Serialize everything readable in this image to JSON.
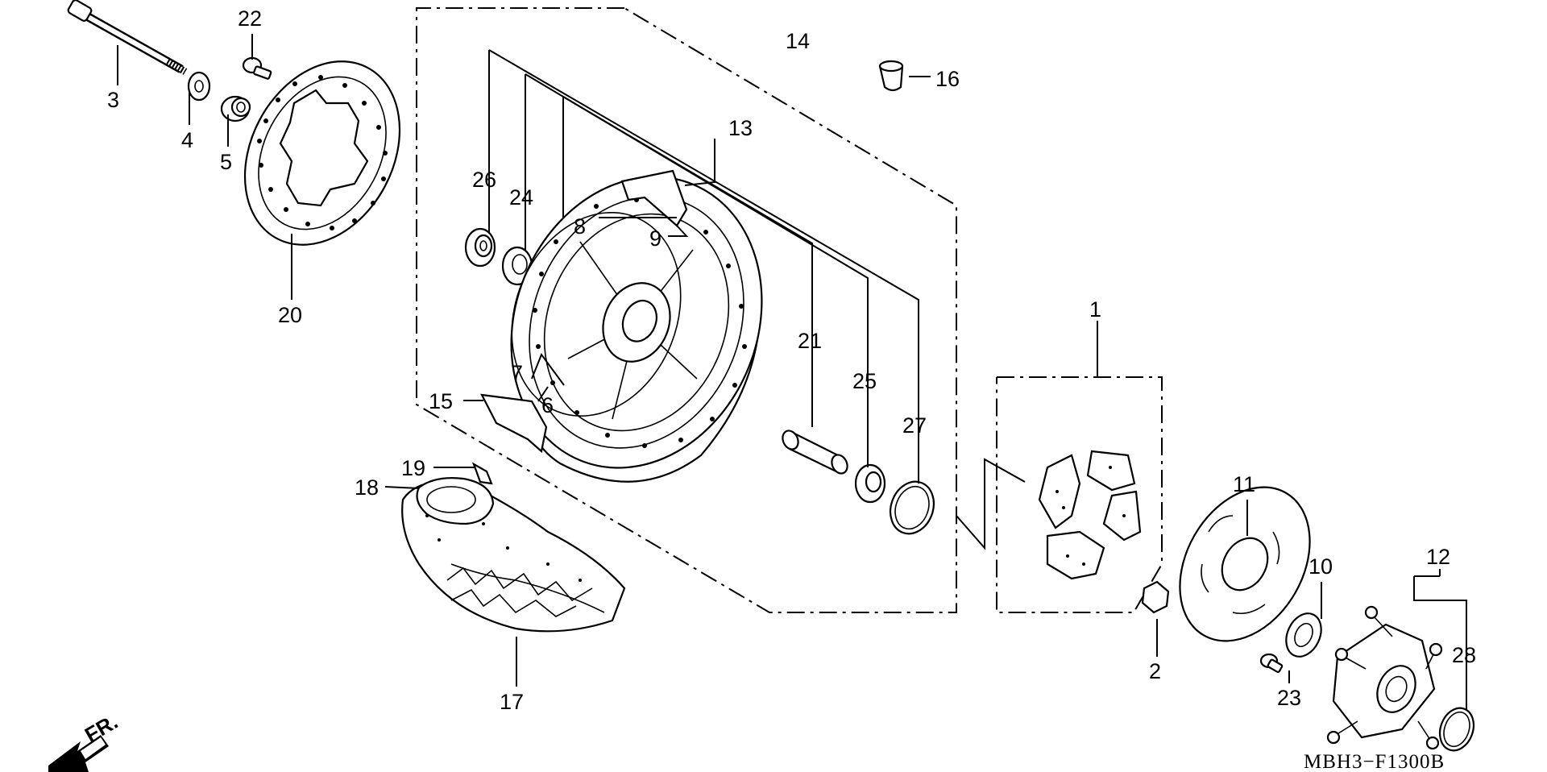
{
  "callouts": [
    "1",
    "2",
    "3",
    "4",
    "5",
    "6",
    "7",
    "8",
    "9",
    "10",
    "11",
    "12",
    "13",
    "14",
    "15",
    "16",
    "17",
    "18",
    "19",
    "20",
    "21",
    "22",
    "23",
    "24",
    "25",
    "26",
    "27",
    "28"
  ],
  "diagram_code": "MBH3−F1300B",
  "direction_label": "FR."
}
